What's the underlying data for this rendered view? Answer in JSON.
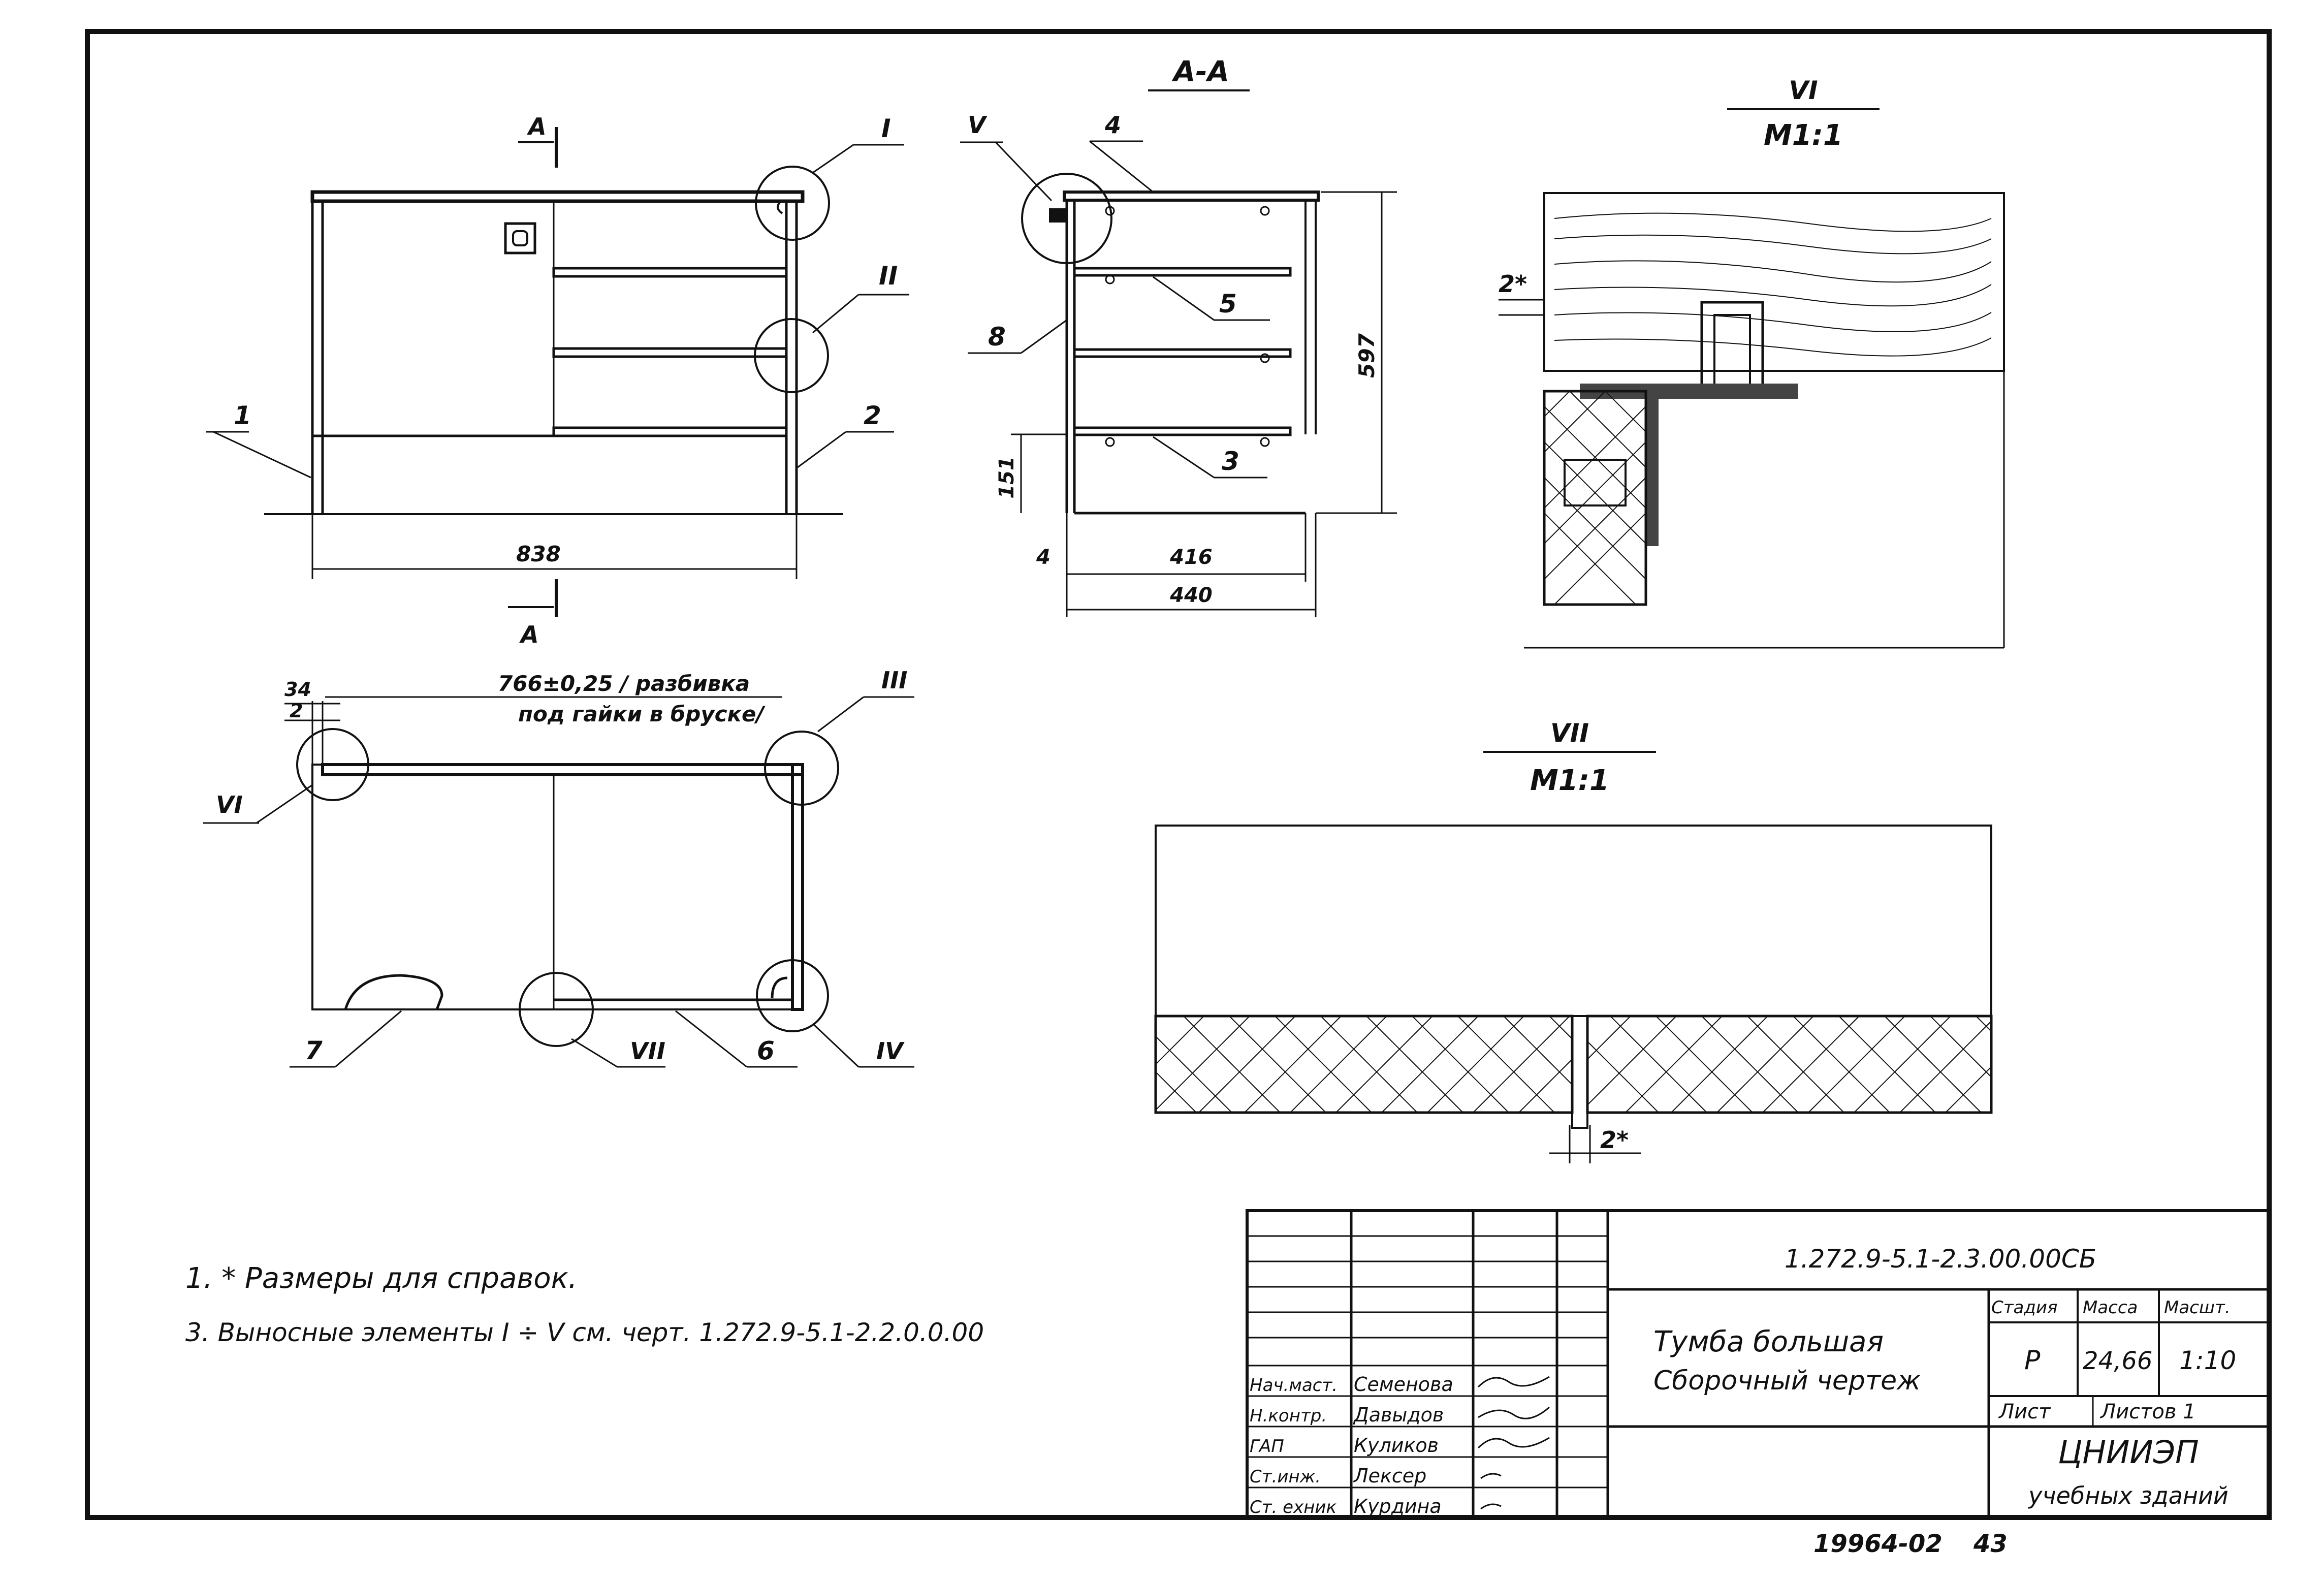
{
  "views": {
    "section_aa": "А-А",
    "cut_marker": "А",
    "detail_vi_title": "VI",
    "detail_vi_scale": "М1:1",
    "detail_vii_title": "VII",
    "detail_vii_scale": "М1:1"
  },
  "callouts": {
    "c1": "1",
    "c2": "2",
    "c3": "3",
    "c4": "4",
    "c5": "5",
    "c6": "6",
    "c7": "7",
    "c8": "8",
    "rI": "I",
    "rII": "II",
    "rIII": "III",
    "rIV": "IV",
    "rV": "V",
    "rVI": "VI",
    "rVII": "VII"
  },
  "dimensions": {
    "width_front": "838",
    "height_side": "597",
    "leg_height": "151",
    "depth_inner": "416",
    "depth_total": "440",
    "offset_4": "4",
    "offset_34": "34",
    "offset_2": "2",
    "span_766": "766±0,25 / разбивка",
    "span_766_line2": "под гайки в бруске/",
    "gap_2star": "2*"
  },
  "notes": {
    "note1": "1. * Размеры для справок.",
    "note3": "3. Выносные элементы  I ÷ V  см. черт. 1.272.9-5.1-2.2.0.0.00"
  },
  "title_block": {
    "doc_code": "1.272.9-5.1-2.3.00.00СБ",
    "title_line1": "Тумба большая",
    "title_line2": "Сборочный чертеж",
    "col_stage": "Стадия",
    "col_mass": "Масса",
    "col_scale": "Масшт.",
    "stage": "Р",
    "mass": "24,66",
    "scale": "1:10",
    "sheet": "Лист",
    "sheets": "Листов 1",
    "org1": "ЦНИИЭП",
    "org2": "учебных зданий",
    "roles": [
      {
        "role": "Нач.маст.",
        "name": "Семенова"
      },
      {
        "role": "Н.контр.",
        "name": "Давыдов"
      },
      {
        "role": "ГАП",
        "name": "Куликов"
      },
      {
        "role": "Ст.инж.",
        "name": "Лексер"
      },
      {
        "role": "Ст. ехник",
        "name": "Курдина"
      }
    ]
  },
  "footer": {
    "archive_no": "19964-02",
    "page_no": "43"
  }
}
